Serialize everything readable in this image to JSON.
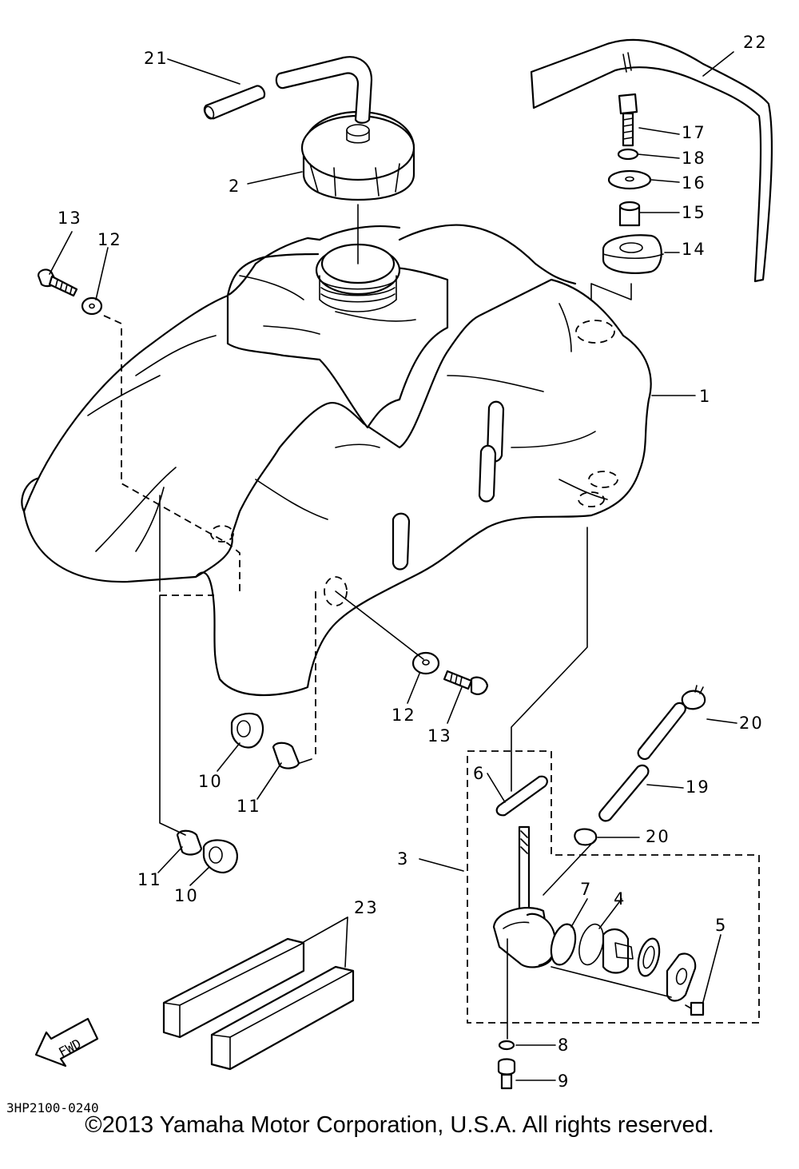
{
  "diagram_code": "3HP2100-0240",
  "fwd_arrow_label": "FWD",
  "copyright": "©2013 Yamaha Motor Corporation, U.S.A. All rights reserved.",
  "callouts": {
    "fuel_tank": "1",
    "fuel_cap": "2",
    "fuel_cock_assembly": "3",
    "cock_gasket": "4",
    "cock_screw": "5",
    "cock_filter": "6",
    "cock_packing": "7",
    "drain_washer": "8",
    "drain_screw": "9",
    "damper_lower_left": "10",
    "damper_lower_right": "10",
    "collar_lower_left": "11",
    "collar_lower_right": "11",
    "washer_front": "12",
    "washer_rear": "12",
    "bolt_front": "13",
    "bolt_rear": "13",
    "rear_damper": "14",
    "rear_collar": "15",
    "rear_plate_washer": "16",
    "rear_bolt": "17",
    "rear_lock_washer": "18",
    "fuel_pipe": "19",
    "clip_upper": "20",
    "clip_lower": "20",
    "breather_hose": "21",
    "tank_band": "22",
    "sponge_pads": "23"
  }
}
